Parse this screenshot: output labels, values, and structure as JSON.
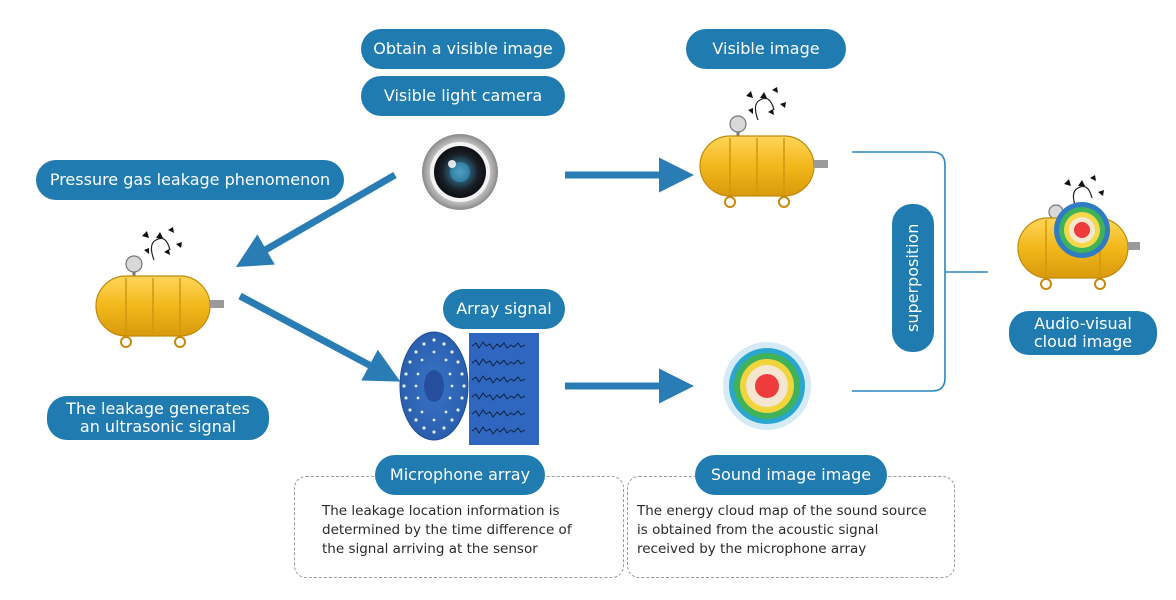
{
  "colors": {
    "pill": "#1f7bb0",
    "arrow": "#2a7cb5",
    "connector": "#2a86c0",
    "tank_body": "#f2b81b",
    "tank_band": "#d89a0a",
    "tank_feet": "#c98a0a"
  },
  "labels": {
    "obtain_visible_image": "Obtain a visible image",
    "visible_light_camera": "Visible light camera",
    "visible_image": "Visible image",
    "pressure_gas_leakage": "Pressure gas leakage phenomenon",
    "array_signal": "Array signal",
    "superposition": "superposition",
    "audio_visual_cloud_image": "Audio-visual\ncloud image",
    "leakage_generates": "The leakage generates\nan ultrasonic signal",
    "microphone_array": "Microphone array",
    "sound_image_image": "Sound image image"
  },
  "descriptions": {
    "microphone_array": "The leakage location information is\ndetermined by the time difference of\nthe signal arriving at the sensor",
    "sound_image": "The energy cloud map of the sound source\nis obtained from the acoustic signal\nreceived by the microphone array"
  },
  "icons": {
    "camera": "camera-lens-icon",
    "tank": "gas-tank-icon",
    "mic_array": "microphone-array-icon",
    "waveform": "waveform-panel-icon",
    "cloud_map": "sound-cloud-map-icon"
  }
}
